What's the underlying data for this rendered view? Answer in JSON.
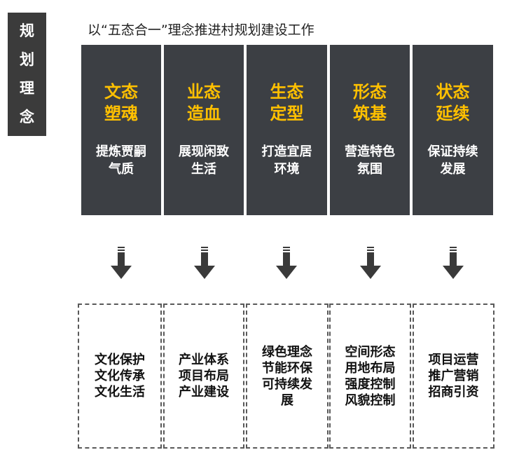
{
  "side_label": [
    "规",
    "划",
    "理",
    "念"
  ],
  "headline": "以“五态合一”理念推进村规划建设工作",
  "columns": [
    {
      "title": "文态塑魂",
      "desc": "提炼贾嗣气质",
      "details": "文化保护文化传承文化生活"
    },
    {
      "title": "业态造血",
      "desc": "展现闲致生活",
      "details": "产业体系项目布局产业建设"
    },
    {
      "title": "生态定型",
      "desc": "打造宜居环境",
      "details": "绿色理念节能环保可持续发展"
    },
    {
      "title": "形态筑基",
      "desc": "营造特色氛围",
      "details": "空间形态用地布局强度控制风貌控制"
    },
    {
      "title": "状态延续",
      "desc": "保证持续发展",
      "details": "项目运营推广营销招商引资"
    }
  ],
  "colors": {
    "box": "#3c3f44",
    "accent": "#ffc000",
    "arrow": "#3a3a3a"
  }
}
